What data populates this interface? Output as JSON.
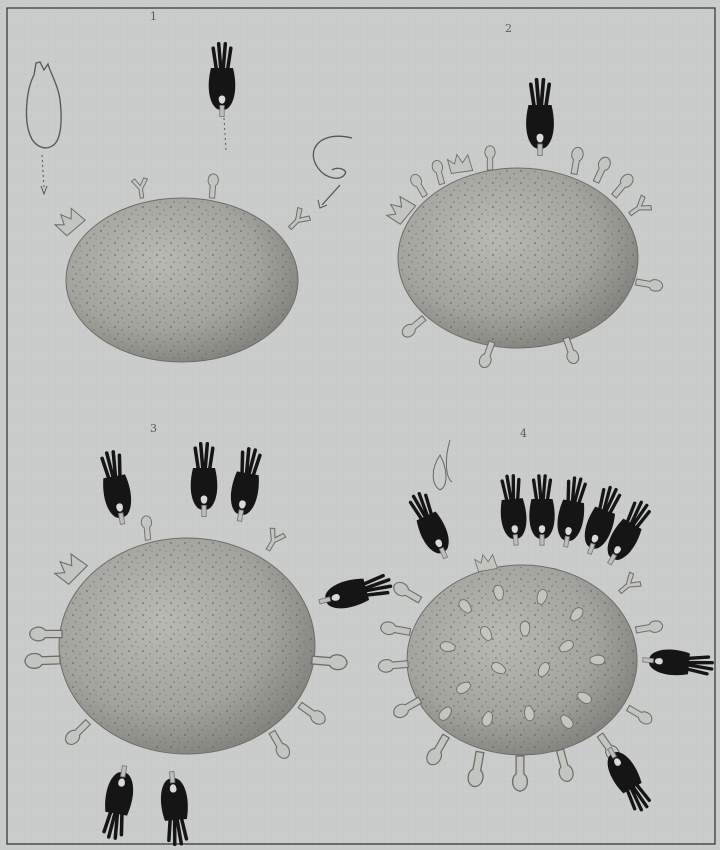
{
  "plate": {
    "panels": [
      {
        "number": "1"
      },
      {
        "number": "2"
      },
      {
        "number": "3"
      },
      {
        "number": "4"
      }
    ]
  },
  "colors": {
    "paper": "#c9cccb",
    "cell_fill": "#a7a7a2",
    "cell_dark": "#6f6f6a",
    "ink": "#151515",
    "receptor": "#bdbfba"
  }
}
